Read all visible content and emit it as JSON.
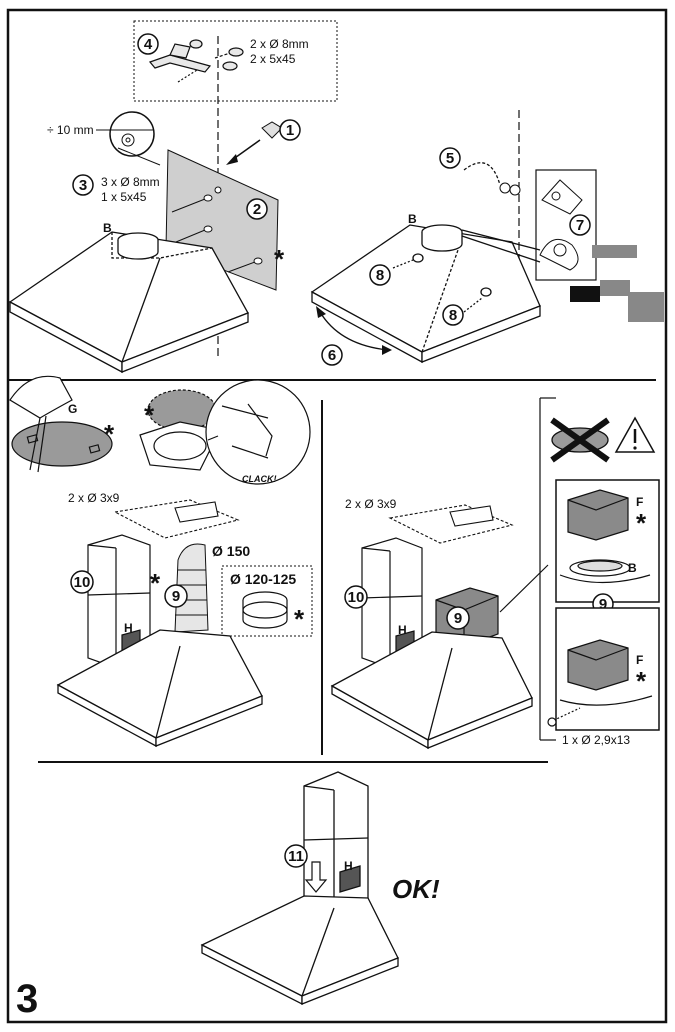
{
  "page_number": "3",
  "status_text": "OK!",
  "clack_text": "CLACK!",
  "asterisk": "*",
  "letters": {
    "b": "B",
    "g": "G",
    "h": "H",
    "f": "F"
  },
  "callouts": [
    "1",
    "2",
    "3",
    "4",
    "5",
    "6",
    "7",
    "8",
    "9",
    "10",
    "11"
  ],
  "specs": {
    "s4_line1": "2 x Ø 8mm",
    "s4_line2": "2 x 5x45",
    "gap": "÷ 10 mm",
    "s3_line1": "3 x Ø 8mm",
    "s3_line2": "1 x 5x45",
    "screws_left": "2 x Ø 3x9",
    "screws_right": "2 x Ø 3x9",
    "diameter_150": "Ø 150",
    "diameter_adapter": "Ø 120-125",
    "screw_bottom": "1 x Ø 2,9x13"
  },
  "colors": {
    "line": "#111111",
    "panel": "#cfcfcf",
    "part": "#8a8a8a",
    "filter": "#9a9a9a"
  },
  "icons": [
    "warning-icon",
    "no-filter-icon",
    "down-arrow-icon",
    "curved-arrow-icon"
  ]
}
